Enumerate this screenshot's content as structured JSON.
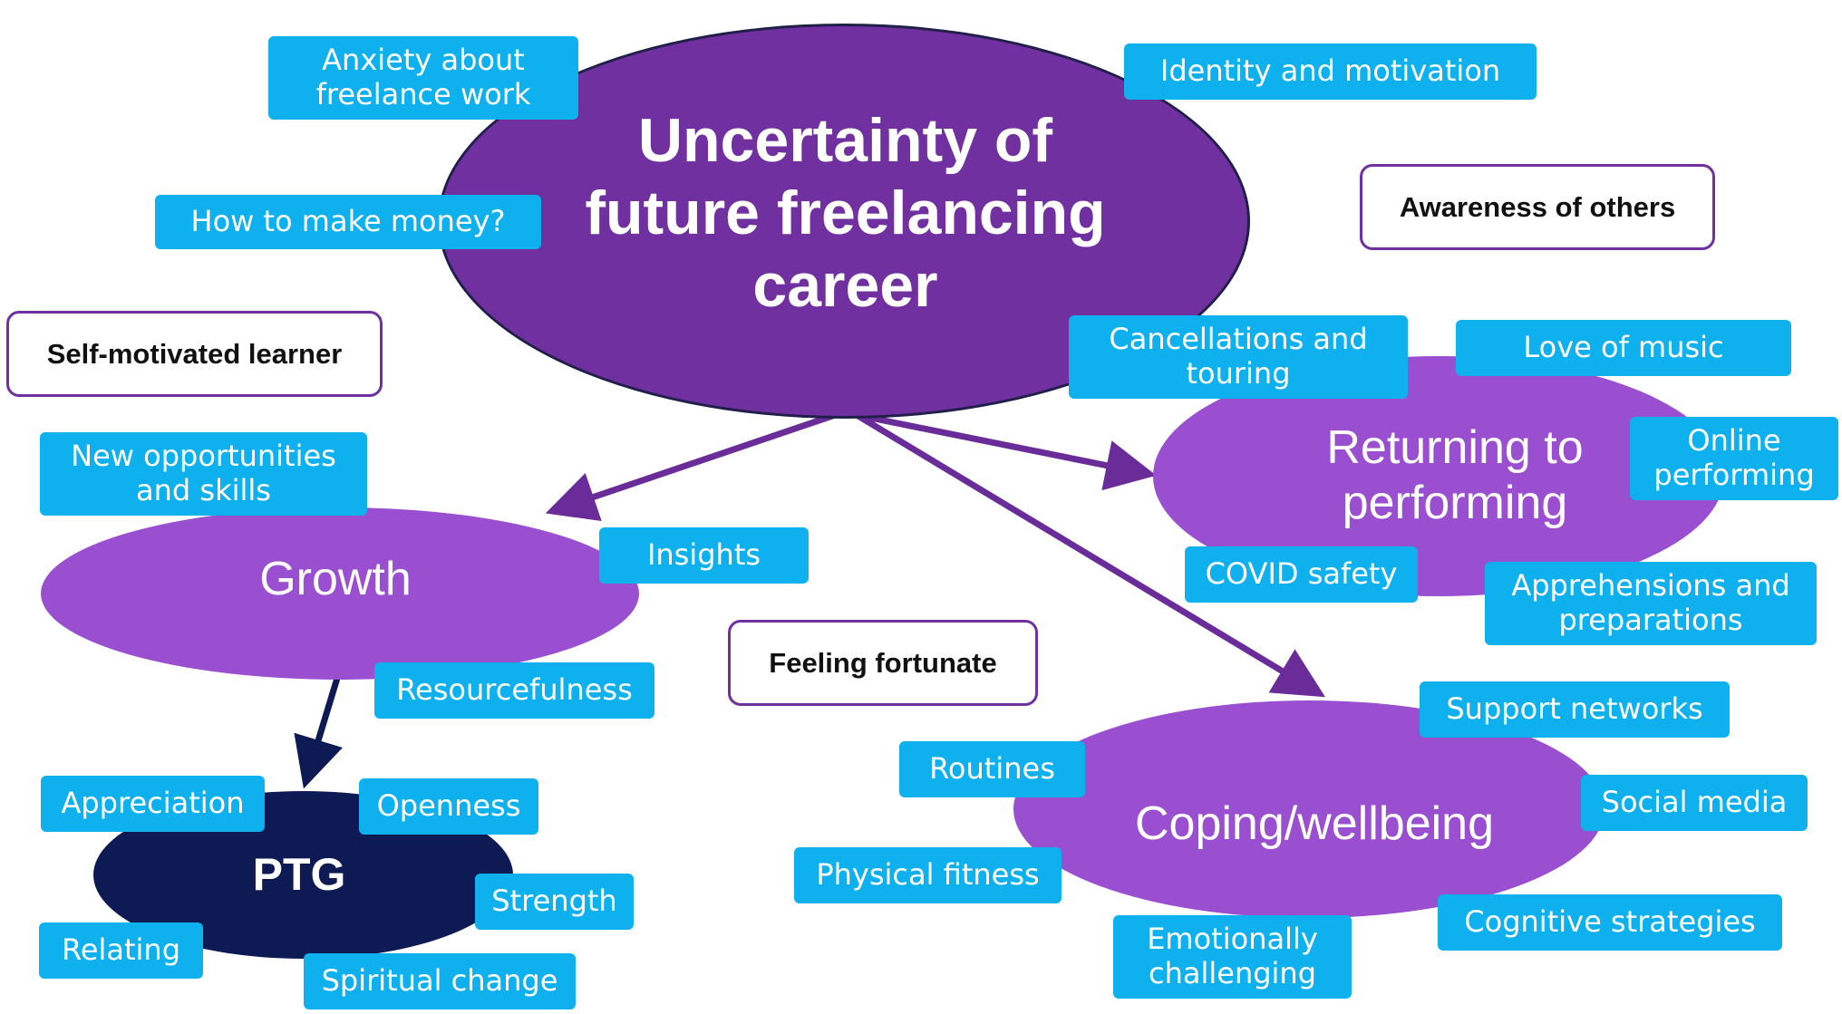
{
  "central": {
    "title": "Uncertainty of future freelancing career"
  },
  "themes": {
    "growth": "Growth",
    "returning": "Returning to performing",
    "coping": "Coping/wellbeing",
    "ptg": "PTG"
  },
  "standalone": {
    "awareness": "Awareness of others",
    "self_motivated": "Self-motivated learner",
    "feeling_fortunate": "Feeling fortunate"
  },
  "tags": {
    "anxiety": "Anxiety about freelance work",
    "money": "How to make money?",
    "identity": "Identity and motivation",
    "opportunities": "New opportunities and skills",
    "insights": "Insights",
    "resourcefulness": "Resourcefulness",
    "cancellations": "Cancellations and touring",
    "love_music": "Love of music",
    "online": "Online performing",
    "covid": "COVID safety",
    "apprehensions": "Apprehensions and preparations",
    "support": "Support networks",
    "routines": "Routines",
    "social_media": "Social media",
    "physical": "Physical fitness",
    "cognitive": "Cognitive strategies",
    "emotional": "Emotionally challenging",
    "appreciation": "Appreciation",
    "openness": "Openness",
    "strength": "Strength",
    "relating": "Relating",
    "spiritual": "Spiritual change"
  },
  "colors": {
    "central_fill": "#7030a0",
    "theme_fill": "#9a4fd0",
    "ptg_fill": "#0d1a54",
    "tag_fill": "#0fb0ee",
    "arrow_purple": "#6a2c99",
    "arrow_navy": "#0d1a54",
    "box_border": "#7030a0"
  }
}
